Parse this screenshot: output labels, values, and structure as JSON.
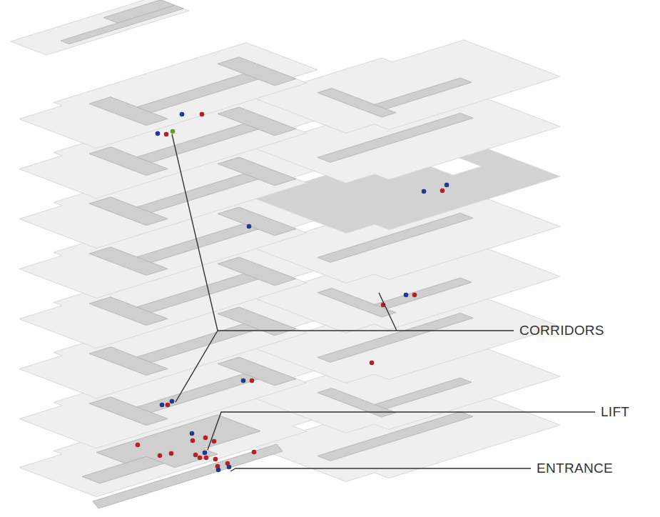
{
  "diagram": {
    "labels": [
      "CORRIDORS",
      "LIFT",
      "ENTRANCE"
    ]
  }
}
